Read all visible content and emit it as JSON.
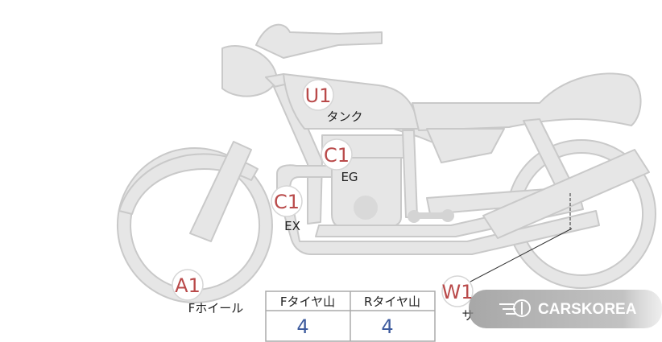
{
  "markers": {
    "u1": {
      "code": "U1",
      "label": "タンク"
    },
    "c1_engine": {
      "code": "C1",
      "label": "EG"
    },
    "c1_exhaust": {
      "code": "C1",
      "label": "EX"
    },
    "a1": {
      "code": "A1",
      "label": "Fホイール"
    },
    "w1": {
      "code": "W1",
      "label": "サ"
    }
  },
  "tread_table": {
    "headers": [
      "Fタイヤ山",
      "Rタイヤ山"
    ],
    "values": [
      "4",
      "4"
    ]
  },
  "watermark": {
    "text": "CARSKOREA",
    "icon": "flame-logo-icon"
  },
  "colors": {
    "part_fill": "#e6e6e6",
    "part_stroke": "#c8c8c8",
    "code_red": "#b94a4a",
    "value_blue": "#3d5b9e"
  }
}
